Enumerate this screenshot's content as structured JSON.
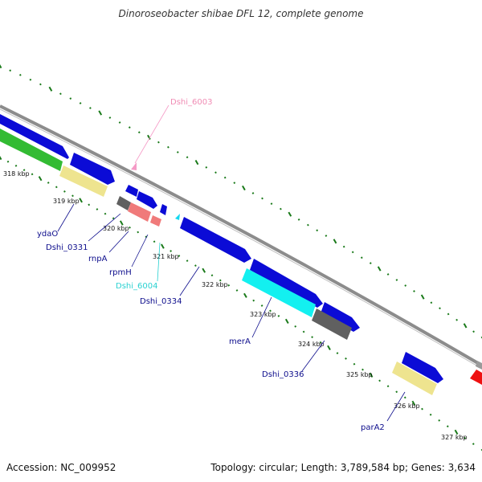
{
  "title": "Dinoroseobacter shibae DFL 12, complete genome",
  "footer": {
    "accession": "Accession: NC_009952",
    "summary": "Topology: circular; Length: 3,789,584 bp; Genes: 3,634"
  },
  "colors": {
    "backbone": "#8c8c8c",
    "tick": "#1a7a1a",
    "blue": "#0b0bd6",
    "green": "#33bb33",
    "khaki": "#eee48f",
    "grey": "#606060",
    "salmon": "#f07a7a",
    "cyan": "#13f0f0",
    "red": "#ee1111",
    "pink": "#f59ac6",
    "label_blue": "#0d0d8c",
    "label_cyan": "#2ad1d1",
    "label_pink": "#f08cb4"
  },
  "scale": {
    "ticks": [
      "318 kbp",
      "319 kbp",
      "320 kbp",
      "321 kbp",
      "322 kbp",
      "323 kbp",
      "324 kbp",
      "325 kbp",
      "326 kbp",
      "327 kbp"
    ]
  },
  "genes": [
    {
      "name": "ydaO",
      "color": "label_blue",
      "icon": "gene-arrow"
    },
    {
      "name": "Dshi_0331",
      "color": "label_blue",
      "icon": "gene-arrow"
    },
    {
      "name": "rnpA",
      "color": "label_blue",
      "icon": "gene-arrow"
    },
    {
      "name": "rpmH",
      "color": "label_blue",
      "icon": "gene-arrow"
    },
    {
      "name": "Dshi_6004",
      "color": "label_cyan",
      "icon": "gene-arrow"
    },
    {
      "name": "Dshi_0334",
      "color": "label_blue",
      "icon": "gene-arrow"
    },
    {
      "name": "merA",
      "color": "label_blue",
      "icon": "gene-arrow"
    },
    {
      "name": "Dshi_0336",
      "color": "label_blue",
      "icon": "gene-arrow"
    },
    {
      "name": "parA2",
      "color": "label_blue",
      "icon": "gene-arrow"
    },
    {
      "name": "Dshi_6003",
      "color": "label_pink",
      "icon": "gene-arrow"
    }
  ]
}
